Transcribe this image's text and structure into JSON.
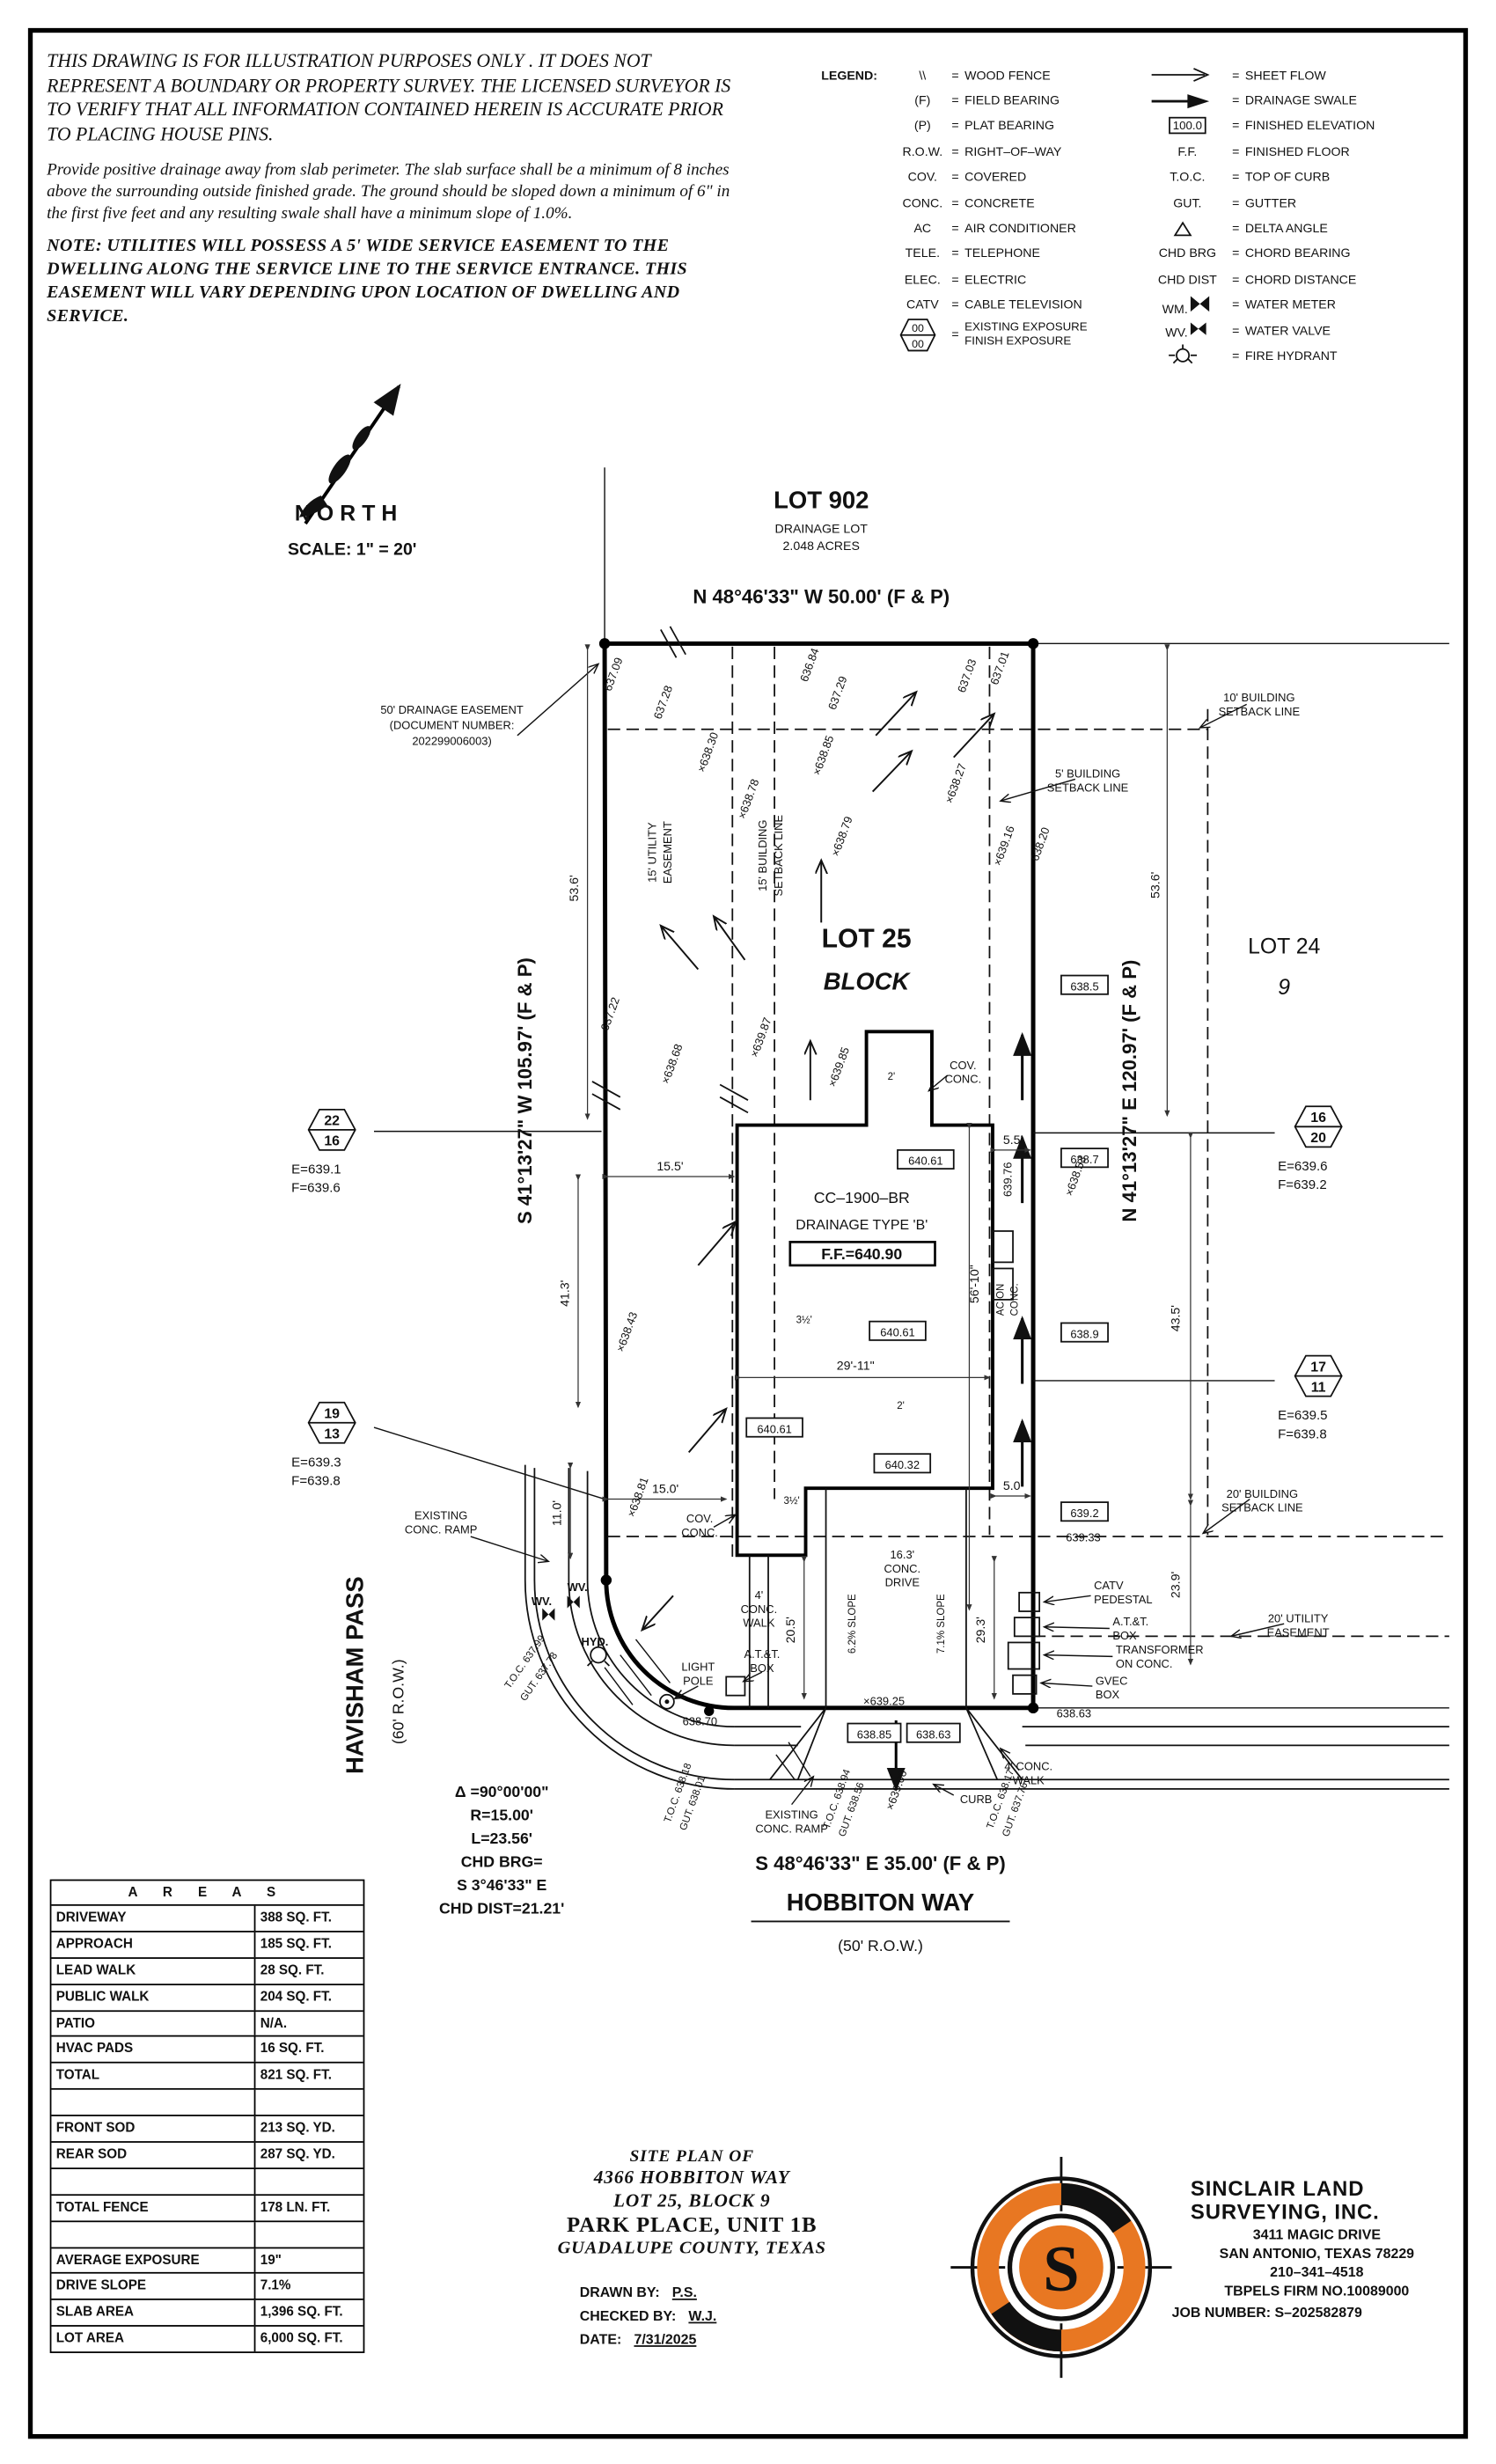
{
  "notes": {
    "p1": "THIS DRAWING IS FOR ILLUSTRATION PURPOSES ONLY . IT DOES NOT REPRESENT A BOUNDARY OR PROPERTY SURVEY. THE LICENSED SURVEYOR IS TO VERIFY THAT ALL INFORMATION CONTAINED HEREIN IS ACCURATE PRIOR TO PLACING HOUSE PINS.",
    "p2": "Provide positive drainage away from slab perimeter. The slab surface shall be a minimum of 8 inches above the surrounding outside finished grade. The ground should be sloped down a minimum of 6\" in the first five feet and any resulting swale shall have a minimum slope of 1.0%.",
    "p3": "NOTE: UTILITIES WILL POSSESS A 5' WIDE SERVICE EASEMENT TO THE DWELLING ALONG THE SERVICE LINE TO THE SERVICE ENTRANCE. THIS EASEMENT WILL VARY DEPENDING UPON LOCATION OF DWELLING AND SERVICE."
  },
  "legend": {
    "title": "LEGEND:",
    "eq": "=",
    "left": [
      {
        "s": "\\\\",
        "l": "WOOD FENCE"
      },
      {
        "s": "(F)",
        "l": "FIELD BEARING"
      },
      {
        "s": "(P)",
        "l": "PLAT BEARING"
      },
      {
        "s": "R.O.W.",
        "l": "RIGHT–OF–WAY"
      },
      {
        "s": "COV.",
        "l": "COVERED"
      },
      {
        "s": "CONC.",
        "l": "CONCRETE"
      },
      {
        "s": "AC",
        "l": "AIR CONDITIONER"
      },
      {
        "s": "TELE.",
        "l": "TELEPHONE"
      },
      {
        "s": "ELEC.",
        "l": "ELECTRIC"
      },
      {
        "s": "CATV",
        "l": "CABLE TELEVISION"
      },
      {
        "s": "",
        "l": "EXISTING EXPOSURE",
        "l2": "FINISH EXPOSURE",
        "hex_top": "00",
        "hex_bot": "00"
      }
    ],
    "right": [
      {
        "s": "",
        "l": "SHEET FLOW"
      },
      {
        "s": "",
        "l": "DRAINAGE SWALE"
      },
      {
        "s": "100.0",
        "l": "FINISHED ELEVATION"
      },
      {
        "s": "F.F.",
        "l": "FINISHED FLOOR"
      },
      {
        "s": "T.O.C.",
        "l": "TOP OF CURB"
      },
      {
        "s": "GUT.",
        "l": "GUTTER"
      },
      {
        "s": "",
        "l": "DELTA ANGLE"
      },
      {
        "s": "CHD BRG",
        "l": "CHORD BEARING"
      },
      {
        "s": "CHD DIST",
        "l": "CHORD DISTANCE"
      },
      {
        "s": "WM.",
        "l": "WATER METER"
      },
      {
        "s": "WV.",
        "l": "WATER VALVE"
      },
      {
        "s": "",
        "l": "FIRE HYDRANT"
      }
    ]
  },
  "compass": {
    "north": "NORTH",
    "scale": "SCALE: 1\" = 20'"
  },
  "plan": {
    "lot902": [
      "LOT 902",
      "DRAINAGE LOT",
      "2.048 ACRES"
    ],
    "brg_n": "N 48°46'33\" W 50.00' (F & P)",
    "brg_s": "S 48°46'33\" E 35.00' (F & P)",
    "brg_w": "S 41°13'27\" W 105.97' (F & P)",
    "brg_e": "N 41°13'27\" E 120.97' (F & P)",
    "street_s": [
      "HOBBITON WAY",
      "(50' R.O.W.)"
    ],
    "street_w": [
      "HAVISHAM PASS",
      "(60' R.O.W.)"
    ],
    "lot25": [
      "LOT 25",
      "BLOCK"
    ],
    "lot24": [
      "LOT 24",
      "9"
    ],
    "house": [
      "CC–1900–BR",
      "DRAINAGE TYPE 'B'",
      "F.F.=640.90"
    ],
    "curve": [
      "Δ =90°00'00\"",
      "R=15.00'",
      "L=23.56'",
      "CHD BRG=",
      "S 3°46'33\" E",
      "CHD DIST=21.21'"
    ],
    "hex": [
      {
        "a": "22",
        "b": "16",
        "e": "E=639.1",
        "f": "F=639.6"
      },
      {
        "a": "19",
        "b": "13",
        "e": "E=639.3",
        "f": "F=639.8"
      },
      {
        "a": "16",
        "b": "20",
        "e": "E=639.6",
        "f": "F=639.2"
      },
      {
        "a": "17",
        "b": "11",
        "e": "E=639.5",
        "f": "F=639.8"
      }
    ],
    "boxed": [
      "640.61",
      "640.61",
      "640.61",
      "640.32",
      "638.5",
      "638.7",
      "638.9",
      "639.2",
      "638.85",
      "638.63"
    ],
    "spots": [
      "637.09",
      "637.28",
      "×638.30",
      "636.84",
      "637.29",
      "×638.85",
      "×638.78",
      "×638.79",
      "637.03",
      "637.01",
      "×638.27",
      "×639.16",
      "638.20",
      "637.22",
      "×638.68",
      "×639.87",
      "×639.85",
      "×638.43",
      "×638.81",
      "639.76",
      "×638.53",
      "639.33",
      "638.63",
      "638.70",
      "×639.25",
      "×639.06"
    ],
    "dims": [
      "53.6'",
      "53.6'",
      "15.5'",
      "41.3'",
      "29'-11\"",
      "15.0'",
      "11.0'",
      "5.5'",
      "5.0'",
      "56'-10\"",
      "43.5'",
      "23.9'",
      "29.3'",
      "20.5'",
      "6.2% SLOPE",
      "7.1% SLOPE",
      "3½'",
      "3½'",
      "2'",
      "2'"
    ],
    "toc": [
      "T.O.C. 637.99",
      "GUT. 637.78",
      "T.O.C. 638.18",
      "GUT. 638.01",
      "T.O.C. 638.94",
      "GUT. 638.56",
      "T.O.C. 638.17",
      "GUT. 637.76"
    ],
    "lbl": {
      "drain1": "50' DRAINAGE EASEMENT",
      "drain2": "(DOCUMENT NUMBER:",
      "drain3": "202299006003)",
      "sb10a": "10' BUILDING",
      "sb10b": "SETBACK LINE",
      "sb5a": "5' BUILDING",
      "sb5b": "SETBACK LINE",
      "ue15a": "15' UTILITY",
      "ue15b": "EASEMENT",
      "sb15a": "15' BUILDING",
      "sb15b": "SETBACK LINE",
      "sb20a": "20' BUILDING",
      "sb20b": "SETBACK LINE",
      "ue20a": "20' UTILITY",
      "ue20b": "EASEMENT",
      "ramp1": "EXISTING",
      "ramp2": "CONC. RAMP",
      "cov1": "COV.",
      "cov2": "CONC.",
      "ac1": "AC ON",
      "ac2": "CONC.",
      "catv1": "CATV",
      "catv2": "PEDESTAL",
      "att1": "A.T.&T.",
      "att2": "BOX",
      "tr1": "TRANSFORMER",
      "tr2": "ON CONC.",
      "gvec1": "GVEC",
      "gvec2": "BOX",
      "lp1": "LIGHT",
      "lp2": "POLE",
      "wv": "WV.",
      "hyd": "HYD.",
      "curb": "CURB",
      "walk1": "4'",
      "walk2": "CONC.",
      "walk3": "WALK",
      "walkb1": "4' CONC.",
      "walkb2": "WALK",
      "drv1": "16.3'",
      "drv2": "CONC.",
      "drv3": "DRIVE"
    }
  },
  "areas": {
    "title": "A R E A S",
    "rows": [
      {
        "k": "DRIVEWAY",
        "v": "388 SQ. FT."
      },
      {
        "k": "APPROACH",
        "v": "185 SQ. FT."
      },
      {
        "k": "LEAD WALK",
        "v": "28 SQ. FT."
      },
      {
        "k": "PUBLIC WALK",
        "v": "204 SQ. FT."
      },
      {
        "k": "PATIO",
        "v": "N/A."
      },
      {
        "k": "HVAC PADS",
        "v": "16 SQ. FT."
      },
      {
        "k": "TOTAL",
        "v": "821 SQ. FT."
      },
      {
        "k": "",
        "v": ""
      },
      {
        "k": "FRONT SOD",
        "v": "213 SQ. YD."
      },
      {
        "k": "REAR SOD",
        "v": "287 SQ. YD."
      },
      {
        "k": "",
        "v": ""
      },
      {
        "k": "TOTAL FENCE",
        "v": "178 LN. FT."
      },
      {
        "k": "",
        "v": ""
      },
      {
        "k": "AVERAGE EXPOSURE",
        "v": "19\""
      },
      {
        "k": "DRIVE SLOPE",
        "v": "7.1%"
      },
      {
        "k": "SLAB AREA",
        "v": "1,396 SQ. FT."
      },
      {
        "k": "LOT AREA",
        "v": "6,000 SQ. FT."
      }
    ]
  },
  "tb": {
    "l1": "SITE PLAN OF",
    "l2": "4366 HOBBITON WAY",
    "l3": "LOT 25, BLOCK 9",
    "l4": "PARK PLACE, UNIT 1B",
    "l5": "GUADALUPE COUNTY, TEXAS",
    "drawn_k": "DRAWN BY:",
    "drawn_v": "P.S.",
    "checked_k": "CHECKED BY:",
    "checked_v": "W.J.",
    "date_k": "DATE:",
    "date_v": "7/31/2025"
  },
  "firm": {
    "n1": "SINCLAIR LAND",
    "n2": "SURVEYING, INC.",
    "a1": "3411 MAGIC DRIVE",
    "a2": "SAN ANTONIO, TEXAS 78229",
    "a3": "210–341–4518",
    "a4": "TBPELS FIRM NO.10089000",
    "job": "JOB NUMBER: S–202582879",
    "logo_s": "S"
  }
}
